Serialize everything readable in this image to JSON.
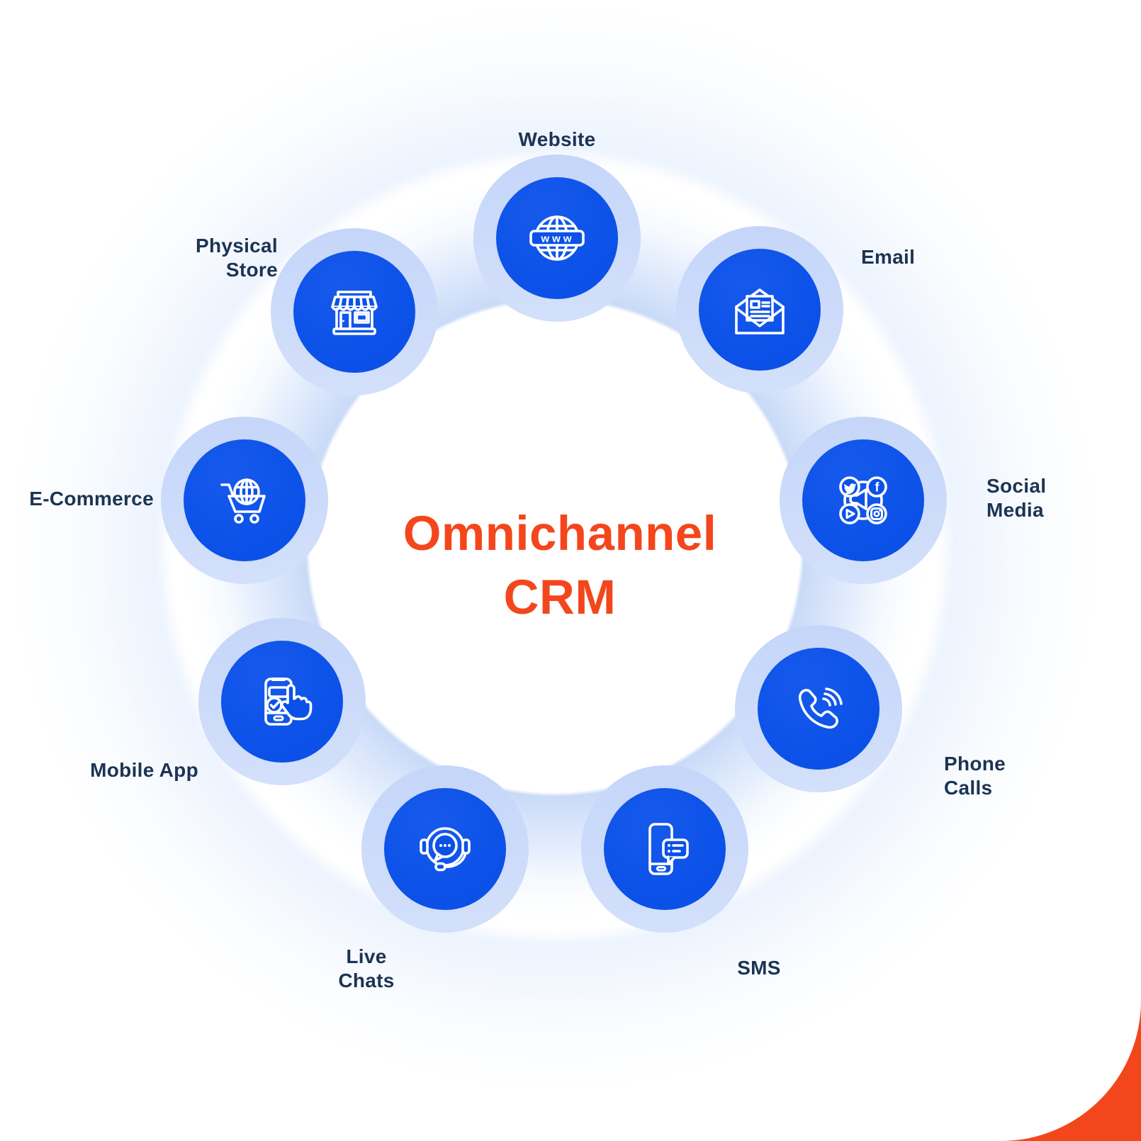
{
  "title": {
    "line1": "Omnichannel",
    "line2": "CRM"
  },
  "colors": {
    "primary_blue": "#0B51E8",
    "halo_blue": "#C5D6F9",
    "ring_blue": "#BAD0F6",
    "label_navy": "#1C3453",
    "accent_orange": "#F4461C"
  },
  "nodes": [
    {
      "id": "website",
      "label": "Website",
      "lines": [
        "Website"
      ],
      "icon": "globe-www-icon"
    },
    {
      "id": "email",
      "label": "Email",
      "lines": [
        "Email"
      ],
      "icon": "open-envelope-icon"
    },
    {
      "id": "social-media",
      "label": "Social Media",
      "lines": [
        "Social",
        "Media"
      ],
      "icon": "social-network-icon"
    },
    {
      "id": "phone-calls",
      "label": "Phone Calls",
      "lines": [
        "Phone",
        "Calls"
      ],
      "icon": "phone-call-icon"
    },
    {
      "id": "sms",
      "label": "SMS",
      "lines": [
        "SMS"
      ],
      "icon": "sms-phone-icon"
    },
    {
      "id": "live-chats",
      "label": "Live Chats",
      "lines": [
        "Live",
        "Chats"
      ],
      "icon": "chat-headset-icon"
    },
    {
      "id": "mobile-app",
      "label": "Mobile App",
      "lines": [
        "Mobile App"
      ],
      "icon": "tap-phone-icon"
    },
    {
      "id": "e-commerce",
      "label": "E-Commerce",
      "lines": [
        "E-Commerce"
      ],
      "icon": "cart-globe-icon"
    },
    {
      "id": "physical-store",
      "label": "Physical Store",
      "lines": [
        "Physical",
        "Store"
      ],
      "icon": "storefront-icon"
    }
  ]
}
